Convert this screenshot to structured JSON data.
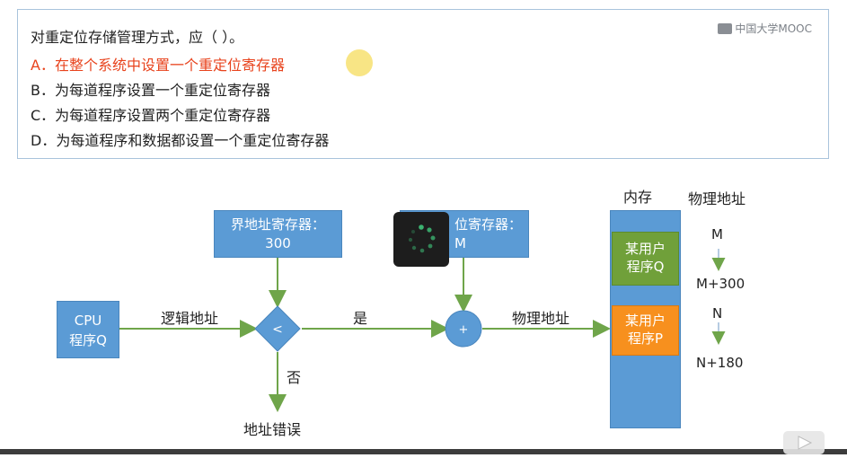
{
  "question": {
    "stem": "对重定位存储管理方式，应（    ）。",
    "options": [
      "A．在整个系统中设置一个重定位寄存器",
      "B．为每道程序设置一个重定位寄存器",
      "C．为每道程序设置两个重定位寄存器",
      "D．为每道程序和数据都设置一个重定位寄存器"
    ],
    "highlight_color": "#e8431d"
  },
  "logo": {
    "text": "中国大学MOOC"
  },
  "diagram": {
    "cpu_box": {
      "line1": "CPU",
      "line2": "程序Q"
    },
    "bound_register": {
      "title": "界地址寄存器：",
      "value": "300"
    },
    "relocation_register": {
      "title": "位寄存器：",
      "value": "M"
    },
    "compare_symbol": "<",
    "add_symbol": "+",
    "logical_address_label": "逻辑地址",
    "yes_label": "是",
    "no_label": "否",
    "physical_address_arrow_label": "物理地址",
    "address_error_label": "地址错误",
    "memory_title": "内存",
    "physical_address_title": "物理地址",
    "memory_segments": [
      {
        "line1": "某用户",
        "line2": "程序Q",
        "color": "#70a03a"
      },
      {
        "line1": "某用户",
        "line2": "程序P",
        "color": "#f7901e"
      }
    ],
    "addresses": [
      "M",
      "M+300",
      "N",
      "N+180"
    ]
  },
  "player": {
    "icon": "play-icon"
  }
}
